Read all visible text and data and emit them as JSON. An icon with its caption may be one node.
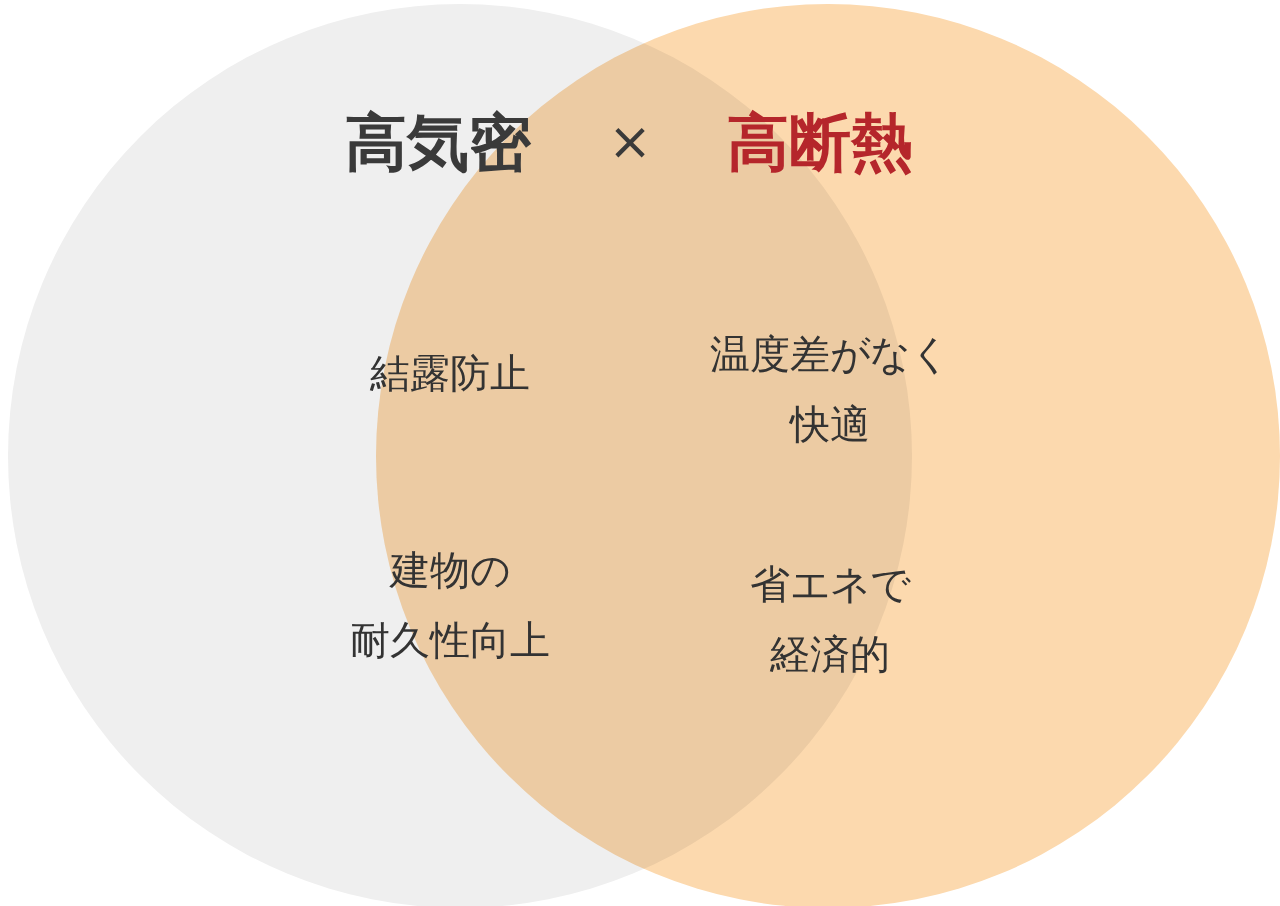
{
  "diagram": {
    "nodes": [
      {
        "text": [],
        "shape": "circle"
      },
      {
        "text": [],
        "shape": "circle"
      }
    ],
    "edges": [],
    "labels": [
      "高気密",
      "×",
      "高断熱",
      "結露防止",
      "温度差がなく快適",
      "建物の耐久性向上",
      "省エネで経済的"
    ]
  }
}
